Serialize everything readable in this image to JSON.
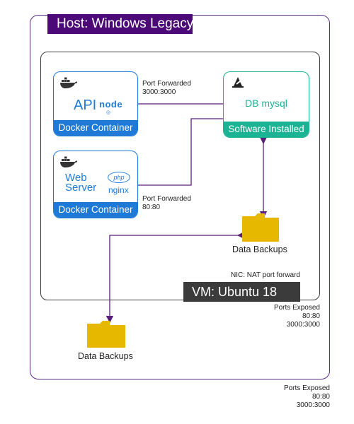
{
  "host": {
    "title": "Host: Windows Legacy"
  },
  "vm": {
    "title": "VM: Ubuntu 18",
    "nic_note": "NIC: NAT port forward"
  },
  "nodes": {
    "api": {
      "name": "API",
      "tech": "node",
      "footer": "Docker Container",
      "icon": "docker-whale-icon"
    },
    "web": {
      "name_line1": "Web",
      "name_line2": "Server",
      "tech1": "php",
      "tech2": "nginx",
      "footer": "Docker Container",
      "icon": "docker-whale-icon"
    },
    "db": {
      "name": "DB mysql",
      "footer": "Software Installed",
      "icon": "install-tool-icon"
    }
  },
  "edges": {
    "api_db": {
      "label_line1": "Port Forwarded",
      "label_line2": "3000:3000"
    },
    "web_db": {
      "label_line1": "Port Forwarded",
      "label_line2": "80:80"
    }
  },
  "folders": {
    "vm_backup": {
      "label": "Data Backups",
      "icon": "folder-icon"
    },
    "host_backup": {
      "label": "Data Backups",
      "icon": "folder-icon"
    }
  },
  "ports": {
    "vm": {
      "title": "Ports Exposed",
      "line1": "80:80",
      "line2": "3000:3000"
    },
    "host": {
      "title": "Ports Exposed",
      "line1": "80:80",
      "line2": "3000:3000"
    }
  },
  "colors": {
    "host_accent": "#4b0a78",
    "vm_accent": "#3b3b3b",
    "docker_blue": "#1e7ad6",
    "software_green": "#1ab394",
    "connector": "#5a1f7a",
    "folder_gold": "#e6b800"
  }
}
